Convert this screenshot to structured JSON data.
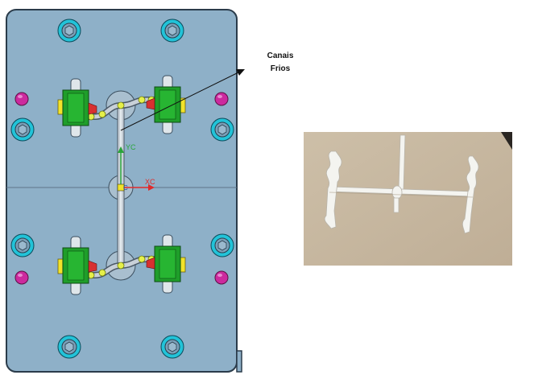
{
  "annotation": {
    "line1": "Canais",
    "line2": "Frios"
  },
  "axes": {
    "y_label": "YC",
    "x_label": "XC",
    "z_label": "C"
  },
  "colors": {
    "plate": "#8eb0c8",
    "plate_edge": "#2a3b4a",
    "bolt_ring": "#22c3d8",
    "bolt_core": "#7aa0b8",
    "ejector_pin": "#cc2a9e",
    "cavity_green": "#1f9e2a",
    "cavity_yellow": "#f2e32a",
    "runner_gray": "#c8d0d8",
    "gate_yellow": "#e6f04a",
    "axis_green": "#2aa53a",
    "axis_red": "#e02a2a",
    "photo_bg": "#c9b9a2",
    "part_white": "#f4f4f0"
  },
  "icons": {
    "bolt": "hex-socket-bolt-icon",
    "pin": "ejector-pin-icon",
    "cavity": "mold-cavity-icon",
    "axis": "coordinate-axis-icon"
  }
}
